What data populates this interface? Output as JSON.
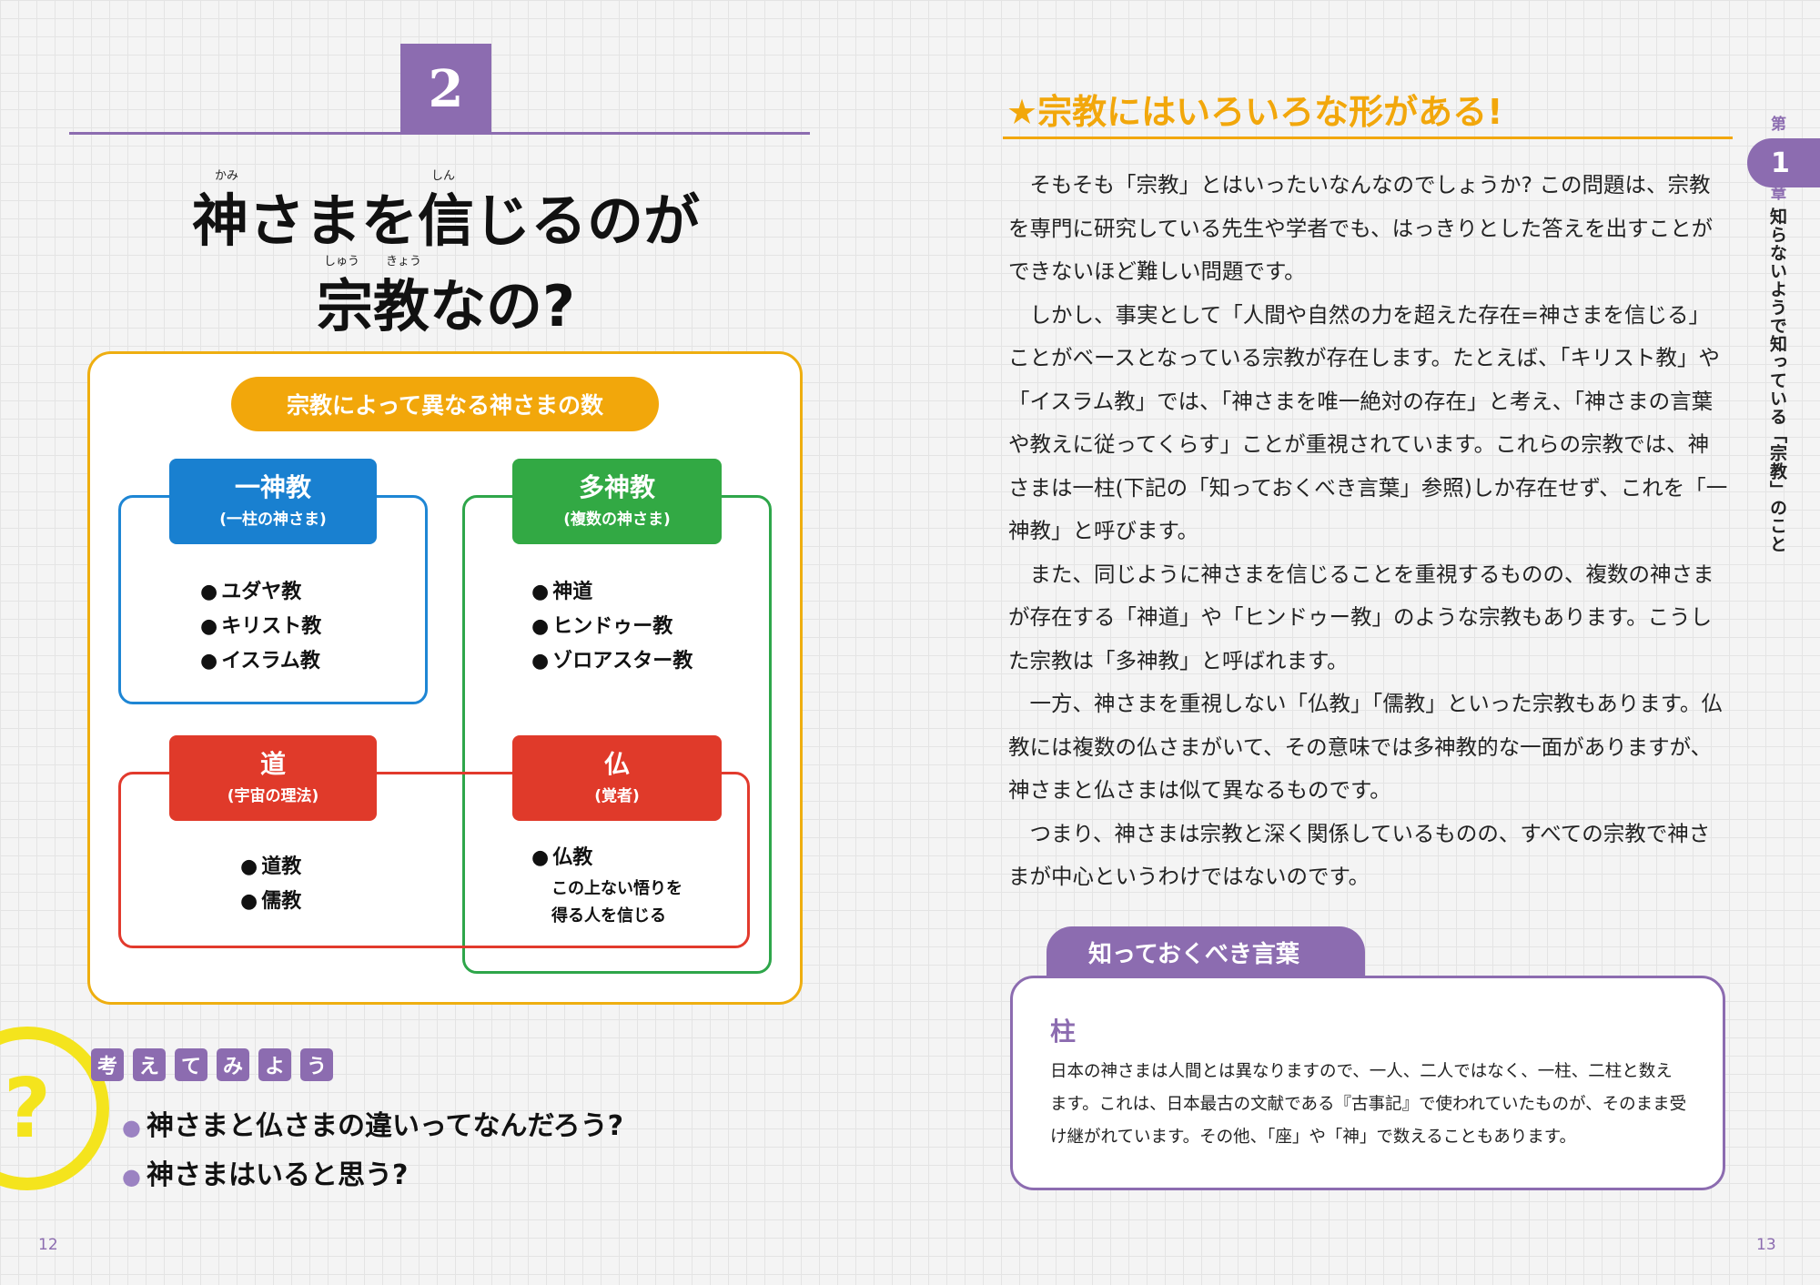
{
  "left_page": {
    "section_number": "2",
    "title_line1": "神さまを信じるのが",
    "title_line2": "宗教なの?",
    "title_ruby": {
      "kami": "かみ",
      "shin": "しん",
      "shuu": "しゅう",
      "kyou": "きょう"
    },
    "diagram": {
      "heading": "宗教によって異なる神さまの数",
      "monotheism": {
        "label": "一神教",
        "sub": "(一柱の神さま)",
        "items": [
          "ユダヤ教",
          "キリスト教",
          "イスラム教"
        ]
      },
      "polytheism": {
        "label": "多神教",
        "sub": "(複数の神さま)",
        "items": [
          "神道",
          "ヒンドゥー教",
          "ゾロアスター教"
        ]
      },
      "dao": {
        "label": "道",
        "sub": "(宇宙の理法)",
        "items": [
          "道教",
          "儒教"
        ]
      },
      "buddha": {
        "label": "仏",
        "sub": "(覚者)",
        "items": [
          "仏教"
        ],
        "note_line1": "この上ない悟りを",
        "note_line2": "得る人を信じる"
      }
    },
    "think": {
      "qmark": "?",
      "chars": [
        "考",
        "え",
        "て",
        "み",
        "よ",
        "う"
      ],
      "q1": "神さまと仏さまの違いってなんだろう?",
      "q2": "神さまはいると思う?"
    },
    "page_number": "12"
  },
  "right_page": {
    "heading": "★宗教にはいろいろな形がある!",
    "paragraphs": [
      "そもそも「宗教」とはいったいなんなのでしょうか? この問題は、宗教を専門に研究している先生や学者でも、はっきりとした答えを出すことができないほど難しい問題です。",
      "しかし、事実として「人間や自然の力を超えた存在=神さまを信じる」ことがベースとなっている宗教が存在します。たとえば、「キリスト教」や「イスラム教」では、「神さまを唯一絶対の存在」と考え、「神さまの言葉や教えに従ってくらす」ことが重視されています。これらの宗教では、神さまは一柱(下記の「知っておくべき言葉」参照)しか存在せず、これを「一神教」と呼びます。",
      "また、同じように神さまを信じることを重視するものの、複数の神さまが存在する「神道」や「ヒンドゥー教」のような宗教もあります。こうした宗教は「多神教」と呼ばれます。",
      "一方、神さまを重視しない「仏教」「儒教」といった宗教もあります。仏教には複数の仏さまがいて、その意味では多神教的な一面がありますが、神さまと仏さまは似て異なるものです。",
      "つまり、神さまは宗教と深く関係しているものの、すべての宗教で神さまが中心というわけではないのです。"
    ],
    "chapter": {
      "dai": "第",
      "number": "1",
      "shou": "章",
      "title": "知らないようで知っている「宗教」のこと"
    },
    "term": {
      "tab_label": "知っておくべき言葉",
      "word": "柱",
      "text": "日本の神さまは人間とは異なりますので、一人、二人ではなく、一柱、二柱と数えます。これは、日本最古の文献である『古事記』で使われていたものが、そのまま受け継がれています。その他、「座」や「神」で数えることもあります。"
    },
    "page_number": "13"
  },
  "colors": {
    "purple": "#8c6cb0",
    "orange": "#f2a70b",
    "blue": "#1980d0",
    "green": "#32a944",
    "red": "#e03a2a",
    "yellow": "#f4e41d"
  }
}
